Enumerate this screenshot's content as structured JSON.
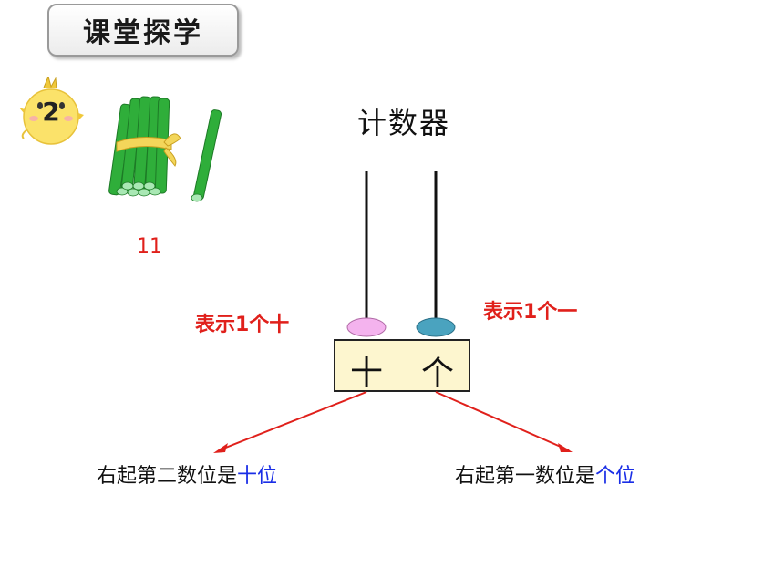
{
  "header": {
    "section_label": "课堂探学"
  },
  "step_badge": {
    "number": "2"
  },
  "bundle": {
    "count_label": "11"
  },
  "abacus": {
    "title": "计数器",
    "tens_bead_label": "表示1个十",
    "ones_bead_label": "表示1个一",
    "tens_place": "十",
    "ones_place": "个",
    "colors": {
      "tens_bead": "#f4b3ee",
      "ones_bead": "#4aa3bf",
      "arrow": "#e0201b",
      "highlight": "#1a2ee6"
    }
  },
  "captions": {
    "left": {
      "prefix": "右起第二数位是",
      "highlight": "十位"
    },
    "right": {
      "prefix": "右起第一数位是",
      "highlight": "个位"
    }
  }
}
